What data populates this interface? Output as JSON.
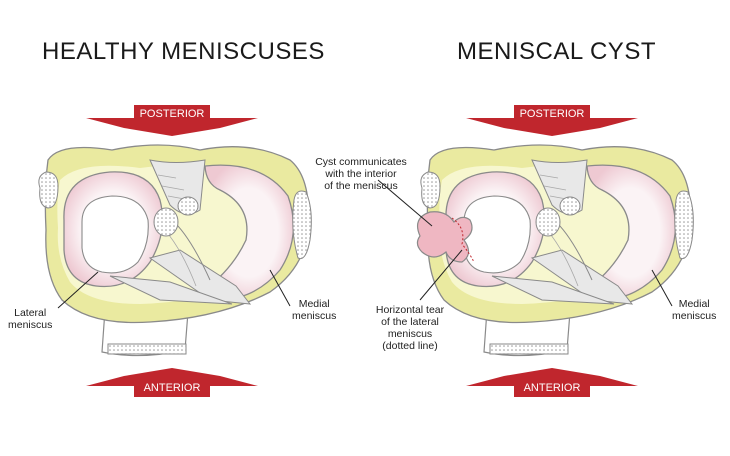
{
  "titles": {
    "left": "HEALTHY MENISCUSES",
    "right": "MENISCAL CYST"
  },
  "arrows": {
    "posterior": "POSTERIOR",
    "anterior": "ANTERIOR"
  },
  "labels": {
    "lateral_meniscus": [
      "Lateral",
      "meniscus"
    ],
    "medial_meniscus": [
      "Medial",
      "meniscus"
    ],
    "cyst_note": [
      "Cyst communicates",
      "with the interior",
      "of the meniscus"
    ],
    "tear_note": [
      "Horizontal tear",
      "of the lateral",
      "meniscus",
      "(dotted line)"
    ]
  },
  "colors": {
    "arrow_red": "#c0262d",
    "bone_yellow": "#eaeaa0",
    "bone_light": "#f7f7cf",
    "meniscus_pink": "#f3d6dd",
    "cyst_pink": "#efb7c2",
    "ligament_grey": "#e8e8e8",
    "outline": "#8a8a8a"
  }
}
